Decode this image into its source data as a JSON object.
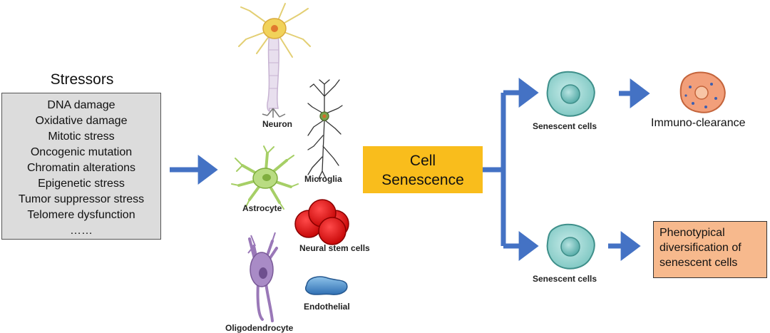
{
  "stressors": {
    "title": "Stressors",
    "items": [
      "DNA damage",
      "Oxidative damage",
      "Mitotic stress",
      "Oncogenic mutation",
      "Chromatin alterations",
      "Epigenetic stress",
      "Tumor suppressor stress",
      "Telomere dysfunction",
      "……"
    ]
  },
  "cell_types": {
    "neuron": "Neuron",
    "microglia": "Microglia",
    "astrocyte": "Astrocyte",
    "neural_stem_cells": "Neural stem cells",
    "oligodendrocyte": "Oligodendrocyte",
    "endothelial": "Endothelial"
  },
  "center": {
    "line1": "Cell",
    "line2": "Senescence"
  },
  "senescent_labels": {
    "top": "Senescent cells",
    "bottom": "Senescent cells"
  },
  "outcomes": {
    "top": "Immuno-clearance",
    "bottom_lines": [
      "Phenotypical",
      "diversification of",
      "senescent cells"
    ]
  },
  "colors": {
    "arrow": "#4472c4",
    "stressor_box": "#dcdcdc",
    "senescence_box": "#f9bd1c",
    "outcome_box": "#f7b98d",
    "senescent_cell": "#8fd3cf",
    "immune_cell": "#f29f7a",
    "stem_cell": "#e01414"
  }
}
